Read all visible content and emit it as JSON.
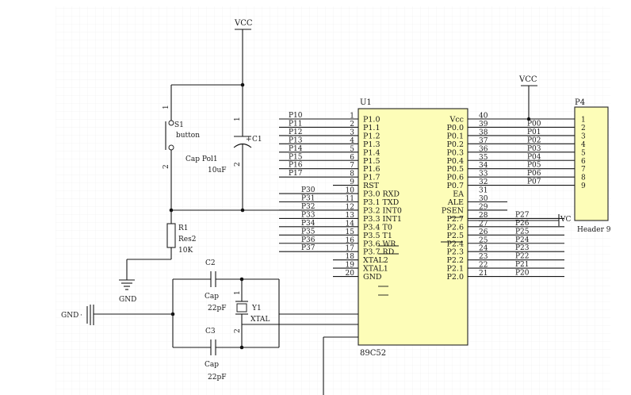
{
  "title": "",
  "power": {
    "vcc_top": "VCC",
    "vcc_right": "VCC",
    "vcc_stub": "VC",
    "gnd_left": "GND",
    "gnd_symbol": "GND"
  },
  "button": {
    "ref": "S1",
    "name": "button",
    "pin1": "1",
    "pin2": "2"
  },
  "c1": {
    "ref": "C1",
    "name": "Cap Pol1",
    "value": "10uF",
    "pin1": "1",
    "pin2": "2",
    "plus": "+"
  },
  "r1": {
    "ref": "R1",
    "name": "Res2",
    "value": "10K"
  },
  "c2": {
    "ref": "C2",
    "name": "Cap",
    "value": "22pF"
  },
  "c3": {
    "ref": "C3",
    "name": "Cap",
    "value": "22pF"
  },
  "y1": {
    "ref": "Y1",
    "name": "XTAL",
    "pin1": "1",
    "pin2": "2"
  },
  "u1": {
    "ref": "U1",
    "part": "89C52",
    "left_pins": [
      {
        "num": "1",
        "name": "P1.0",
        "net": "P10"
      },
      {
        "num": "2",
        "name": "P1.1",
        "net": "P11"
      },
      {
        "num": "3",
        "name": "P1.2",
        "net": "P12"
      },
      {
        "num": "4",
        "name": "P1.3",
        "net": "P13"
      },
      {
        "num": "5",
        "name": "P1.4",
        "net": "P14"
      },
      {
        "num": "6",
        "name": "P1.5",
        "net": "P15"
      },
      {
        "num": "7",
        "name": "P1.6",
        "net": "P16"
      },
      {
        "num": "8",
        "name": "P1.7",
        "net": "P17"
      },
      {
        "num": "9",
        "name": "RST",
        "net": ""
      },
      {
        "num": "10",
        "name": "P3.0 RXD",
        "net": "P30"
      },
      {
        "num": "11",
        "name": "P3.1 TXD",
        "net": "P31"
      },
      {
        "num": "12",
        "name": "P3.2 INT0",
        "net": "P32"
      },
      {
        "num": "13",
        "name": "P3.3 INT1",
        "net": "P33"
      },
      {
        "num": "14",
        "name": "P3.4 T0",
        "net": "P34"
      },
      {
        "num": "15",
        "name": "P3.5 T1",
        "net": "P35"
      },
      {
        "num": "16",
        "name": "P3.6 WR",
        "net": "P36"
      },
      {
        "num": "17",
        "name": "P3.7 RD",
        "net": "P37"
      },
      {
        "num": "18",
        "name": "XTAL2",
        "net": ""
      },
      {
        "num": "19",
        "name": "XTAL1",
        "net": ""
      },
      {
        "num": "20",
        "name": "GND",
        "net": ""
      }
    ],
    "right_pins": [
      {
        "num": "40",
        "name": "Vcc",
        "net": ""
      },
      {
        "num": "39",
        "name": "P0.0",
        "net": "P00"
      },
      {
        "num": "38",
        "name": "P0.1",
        "net": "P01"
      },
      {
        "num": "37",
        "name": "P0.2",
        "net": "P02"
      },
      {
        "num": "36",
        "name": "P0.3",
        "net": "P03"
      },
      {
        "num": "35",
        "name": "P0.4",
        "net": "P04"
      },
      {
        "num": "34",
        "name": "P0.5",
        "net": "P05"
      },
      {
        "num": "33",
        "name": "P0.6",
        "net": "P06"
      },
      {
        "num": "32",
        "name": "P0.7",
        "net": "P07"
      },
      {
        "num": "31",
        "name": "EA",
        "net": ""
      },
      {
        "num": "30",
        "name": "ALE",
        "net": ""
      },
      {
        "num": "29",
        "name": "PSEN",
        "net": ""
      },
      {
        "num": "28",
        "name": "P2.7",
        "net": "P27"
      },
      {
        "num": "27",
        "name": "P2.6",
        "net": "P26"
      },
      {
        "num": "26",
        "name": "P2.5",
        "net": "P25"
      },
      {
        "num": "25",
        "name": "P2.4",
        "net": "P24"
      },
      {
        "num": "24",
        "name": "P2.3",
        "net": "P23"
      },
      {
        "num": "23",
        "name": "P2.2",
        "net": "P22"
      },
      {
        "num": "22",
        "name": "P2.1",
        "net": "P21"
      },
      {
        "num": "21",
        "name": "P2.0",
        "net": "P20"
      }
    ]
  },
  "p4": {
    "ref": "P4",
    "name": "Header 9",
    "pins": [
      "1",
      "2",
      "3",
      "4",
      "5",
      "6",
      "7",
      "8",
      "9"
    ]
  },
  "colors": {
    "chip_fill": "#fdfdb8",
    "wire": "#161616",
    "grid": "#e9e9e9"
  }
}
